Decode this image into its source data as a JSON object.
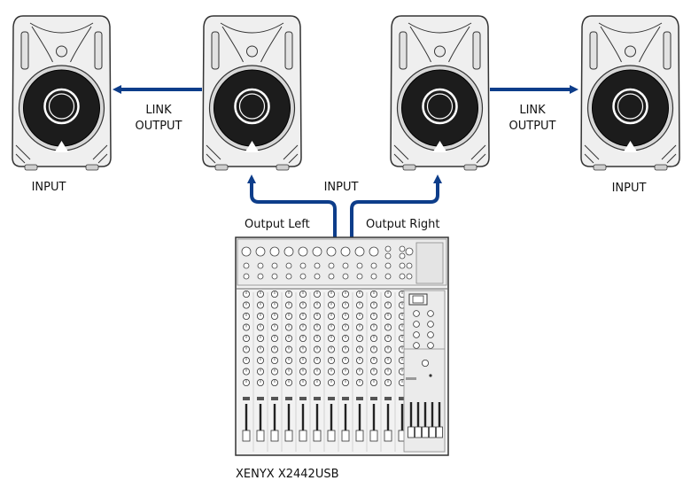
{
  "labels": {
    "input_1": "INPUT",
    "link_output_left_1": "LINK",
    "link_output_left_2": "OUTPUT",
    "input_center": "INPUT",
    "link_output_right_1": "LINK",
    "link_output_right_2": "OUTPUT",
    "input_4": "INPUT",
    "output_left": "Output Left",
    "output_right": "Output Right",
    "mixer_model": "XENYX X2442USB"
  },
  "colors": {
    "cable": "#0d3d8a",
    "outline": "#333333",
    "speaker_body": "#efefef",
    "cone": "#1c1c1c"
  }
}
